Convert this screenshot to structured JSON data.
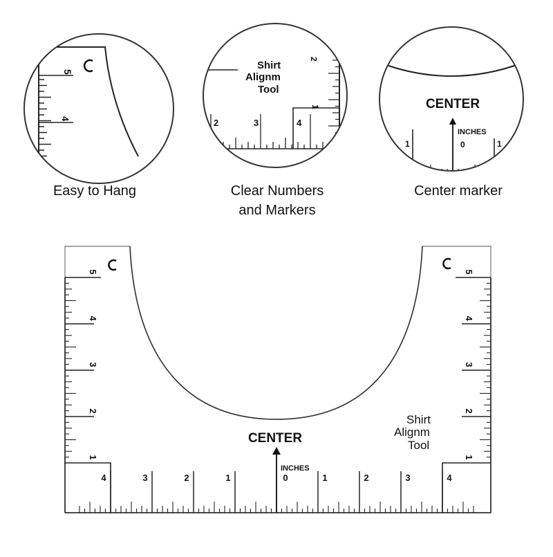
{
  "features": [
    {
      "caption_lines": [
        "Easy to Hang"
      ]
    },
    {
      "caption_lines": [
        "Clear Numbers",
        "and Markers"
      ]
    },
    {
      "caption_lines": [
        "Center marker"
      ]
    }
  ],
  "ruler": {
    "center_label": "CENTER",
    "units_label": "INCHES",
    "brand_lines": [
      "Shirt",
      "Alignm",
      "Tool"
    ],
    "bottom_numbers": [
      "4",
      "3",
      "2",
      "1",
      "0",
      "1",
      "2",
      "3",
      "4"
    ],
    "side_numbers": [
      "5",
      "4",
      "3",
      "2",
      "1"
    ]
  },
  "zoom_numbers": {
    "hang": [
      "5",
      "4"
    ],
    "numbers_side": [
      "2",
      "1"
    ],
    "numbers_bottom": [
      "2",
      "3",
      "4"
    ],
    "center_bottom": [
      "1",
      "0",
      "1"
    ]
  }
}
